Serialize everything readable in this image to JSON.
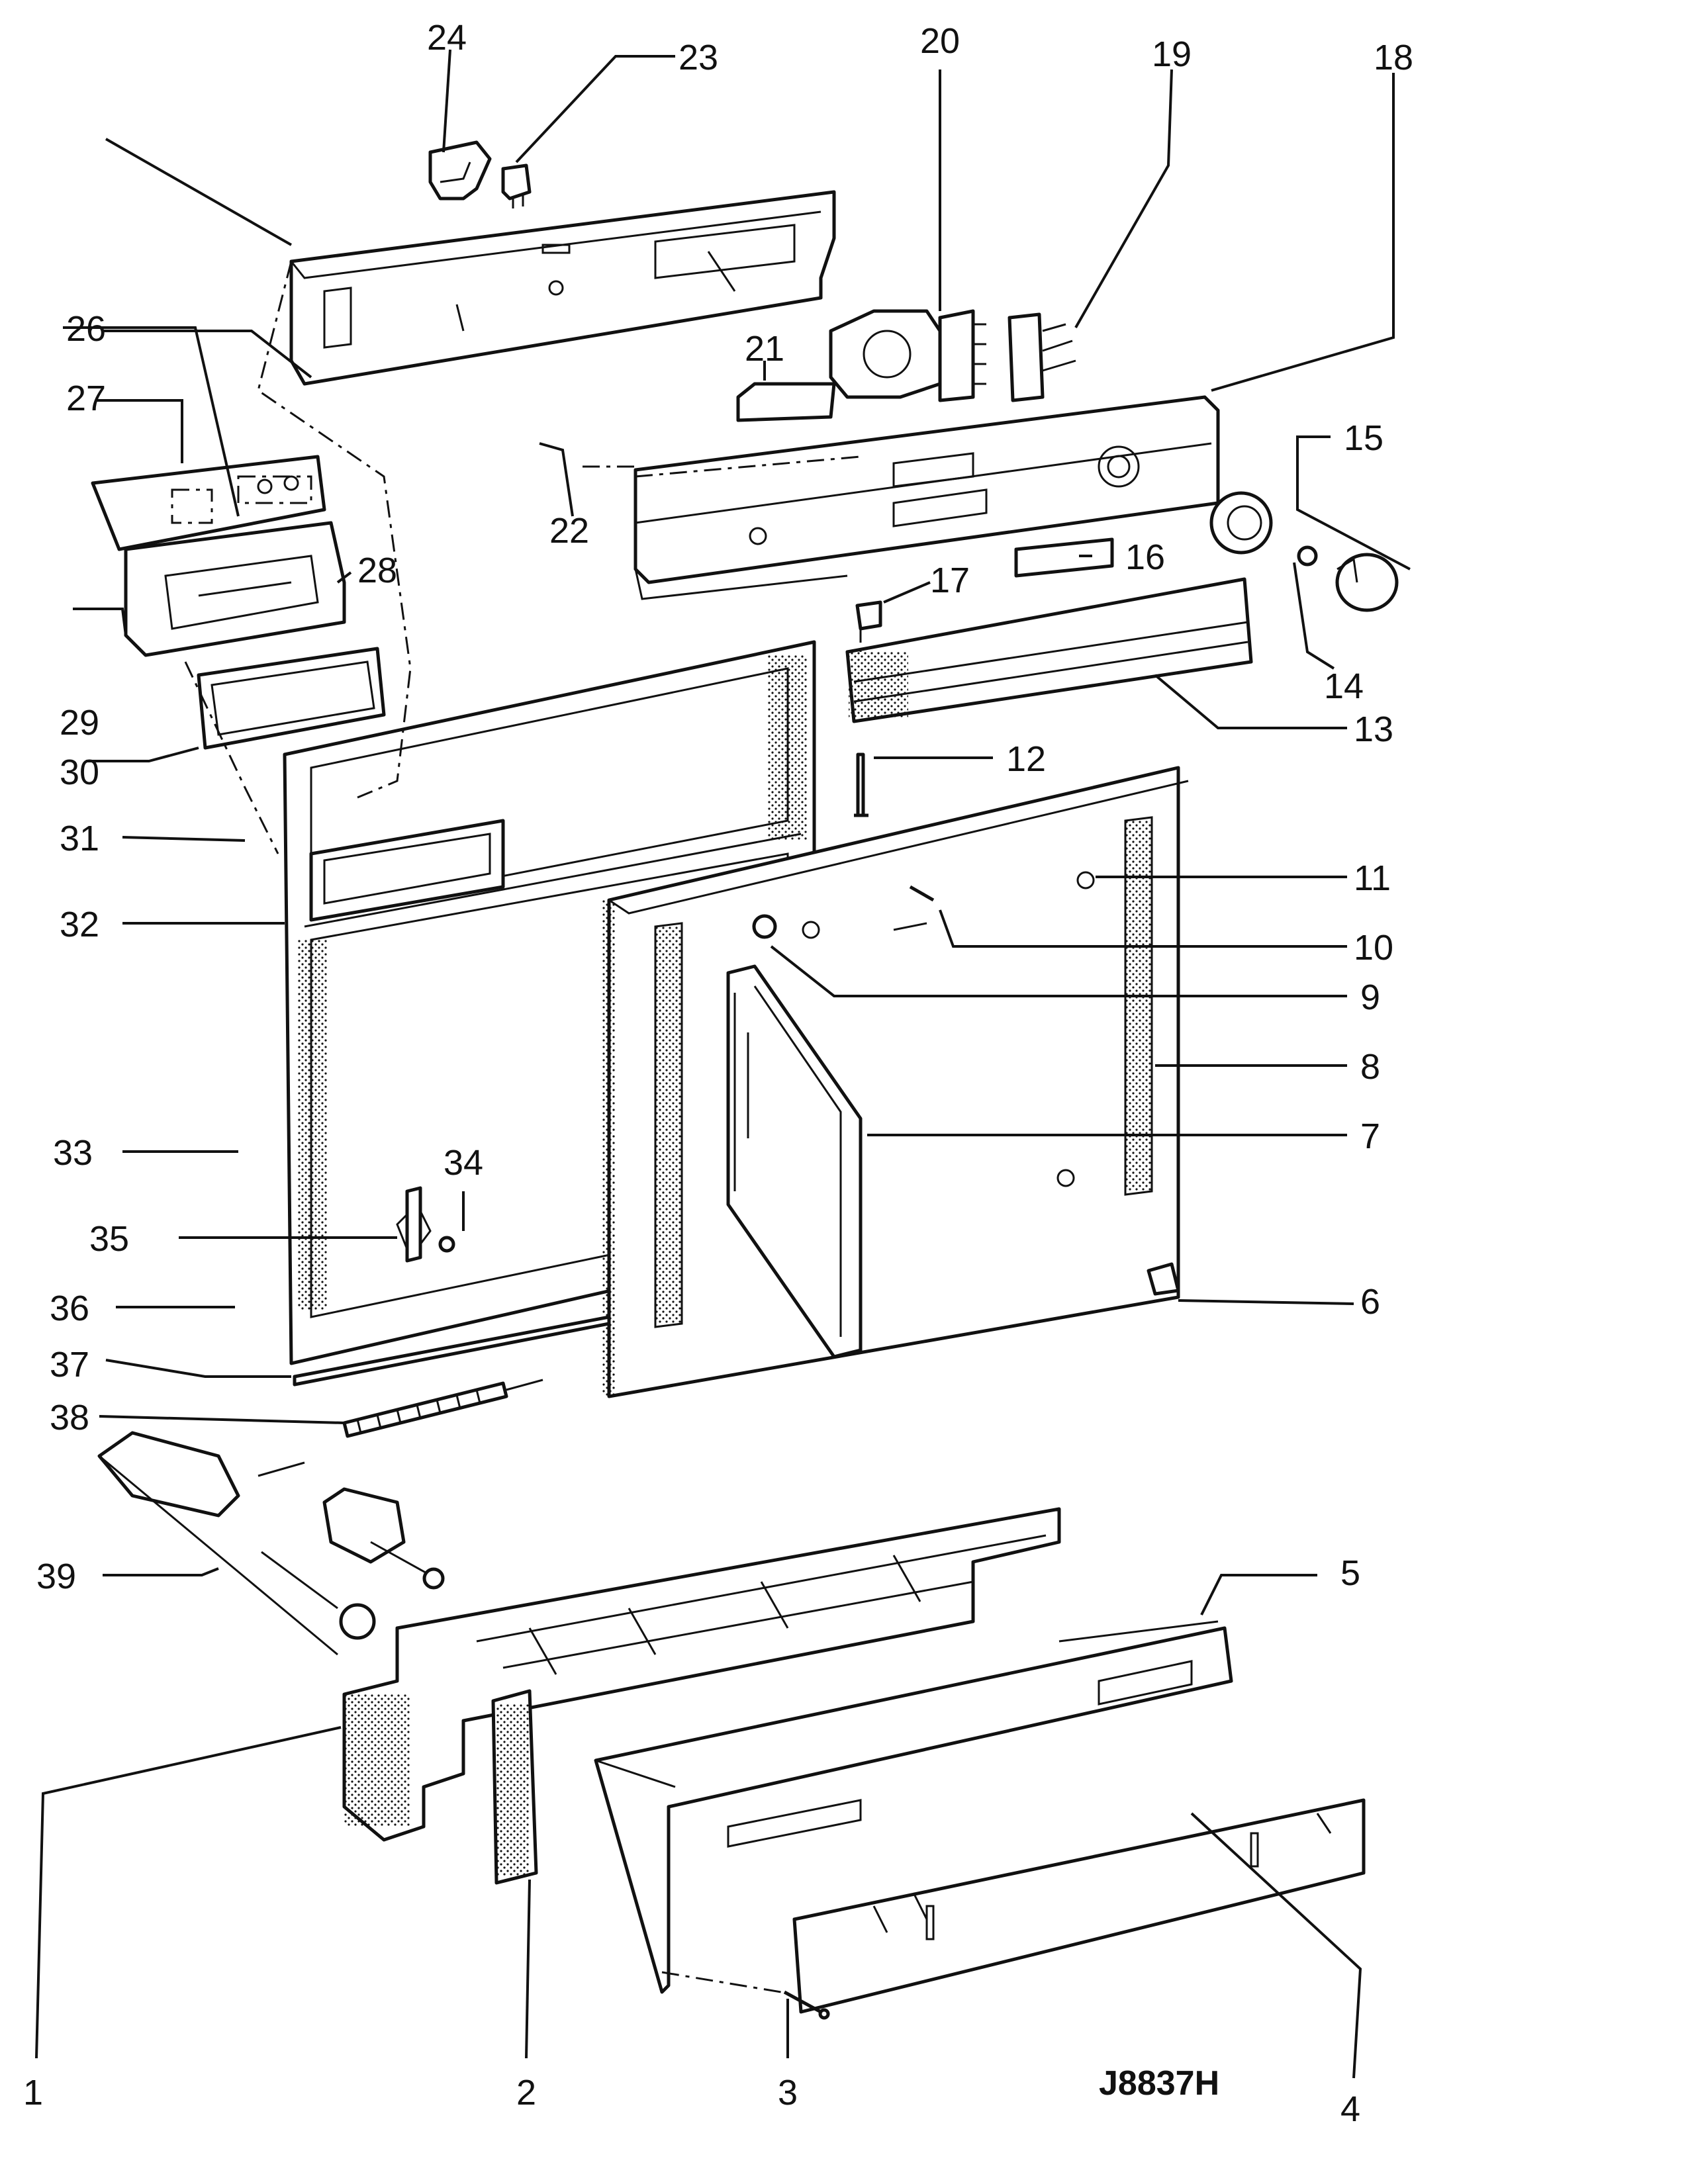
{
  "drawing_code": "J8837H",
  "callouts": [
    "1",
    "2",
    "3",
    "4",
    "5",
    "6",
    "7",
    "8",
    "9",
    "10",
    "11",
    "12",
    "13",
    "14",
    "15",
    "16",
    "17",
    "18",
    "19",
    "20",
    "21",
    "22",
    "23",
    "24",
    "26",
    "27",
    "28",
    "29",
    "30",
    "31",
    "32",
    "33",
    "34",
    "35",
    "36",
    "37",
    "38",
    "39"
  ]
}
